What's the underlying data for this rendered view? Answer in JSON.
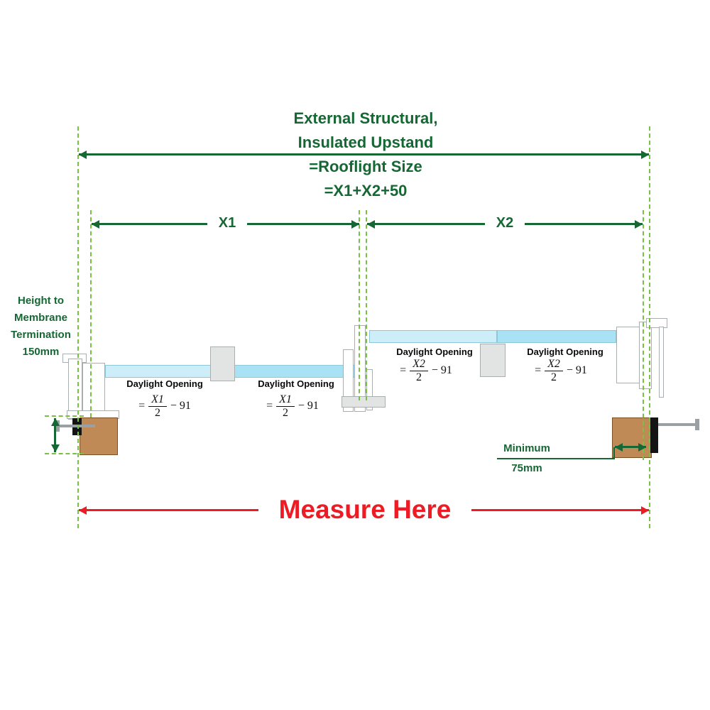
{
  "title": {
    "line1": "External Structural,",
    "line2": "Insulated Upstand",
    "line3": "=Rooflight Size",
    "line4": "=X1+X2+50"
  },
  "dimension_labels": {
    "x1": "X1",
    "x2": "X2"
  },
  "height_to_membrane": {
    "line1": "Height to",
    "line2": "Membrane",
    "line3": "Termination",
    "line4": "150mm"
  },
  "minimum_clearance": {
    "line1": "Minimum",
    "line2": "75mm"
  },
  "measure_here": {
    "label": "Measure Here"
  },
  "daylight": {
    "label": "Daylight Opening"
  },
  "formula_x1": {
    "eq": "=",
    "num": "X1",
    "den": "2",
    "rest": "− 91"
  },
  "formula_x2": {
    "eq": "=",
    "num": "X2",
    "den": "2",
    "rest": "− 91"
  },
  "colors": {
    "dark_green": "#156733",
    "dash_green": "#7ac143",
    "red": "#ed1c24",
    "glass_light": "#cdeef8",
    "glass_dark": "#a9e2f4",
    "frame_fill": "#ffffff",
    "frame_border": "#a9aeb0",
    "mullion_fill": "#e2e3e3",
    "timber": "#c08a57",
    "timber_border": "#7c4f24",
    "steel": "#9aa0a3"
  }
}
